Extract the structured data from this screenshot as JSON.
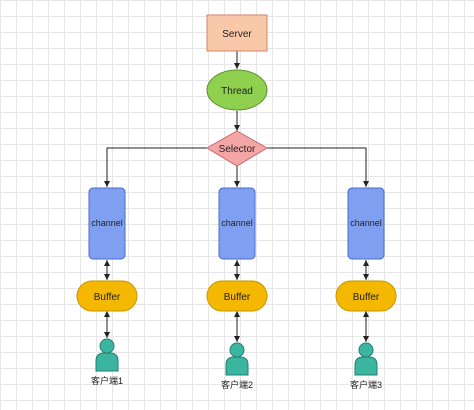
{
  "diagram": {
    "server": {
      "label": "Server",
      "fill": "#f9c8a8",
      "stroke": "#d9826a"
    },
    "thread": {
      "label": "Thread",
      "fill": "#8fd14f",
      "stroke": "#5a8f2f"
    },
    "selector": {
      "label": "Selector",
      "fill": "#f4a6a6",
      "stroke": "#c56b6b"
    },
    "channels": [
      {
        "label": "channel"
      },
      {
        "label": "channel"
      },
      {
        "label": "channel"
      }
    ],
    "channel_colors": {
      "fill": "#7fa0f0",
      "stroke": "#4a6ad0"
    },
    "buffers": [
      {
        "label": "Buffer"
      },
      {
        "label": "Buffer"
      },
      {
        "label": "Buffer"
      }
    ],
    "buffer_colors": {
      "fill": "#f5b800",
      "stroke": "#c99400"
    },
    "clients": [
      {
        "label": "客户端1"
      },
      {
        "label": "客户端2"
      },
      {
        "label": "客户端3"
      }
    ],
    "client_colors": {
      "fill": "#3bb5a0",
      "stroke": "#1f7f70"
    }
  }
}
